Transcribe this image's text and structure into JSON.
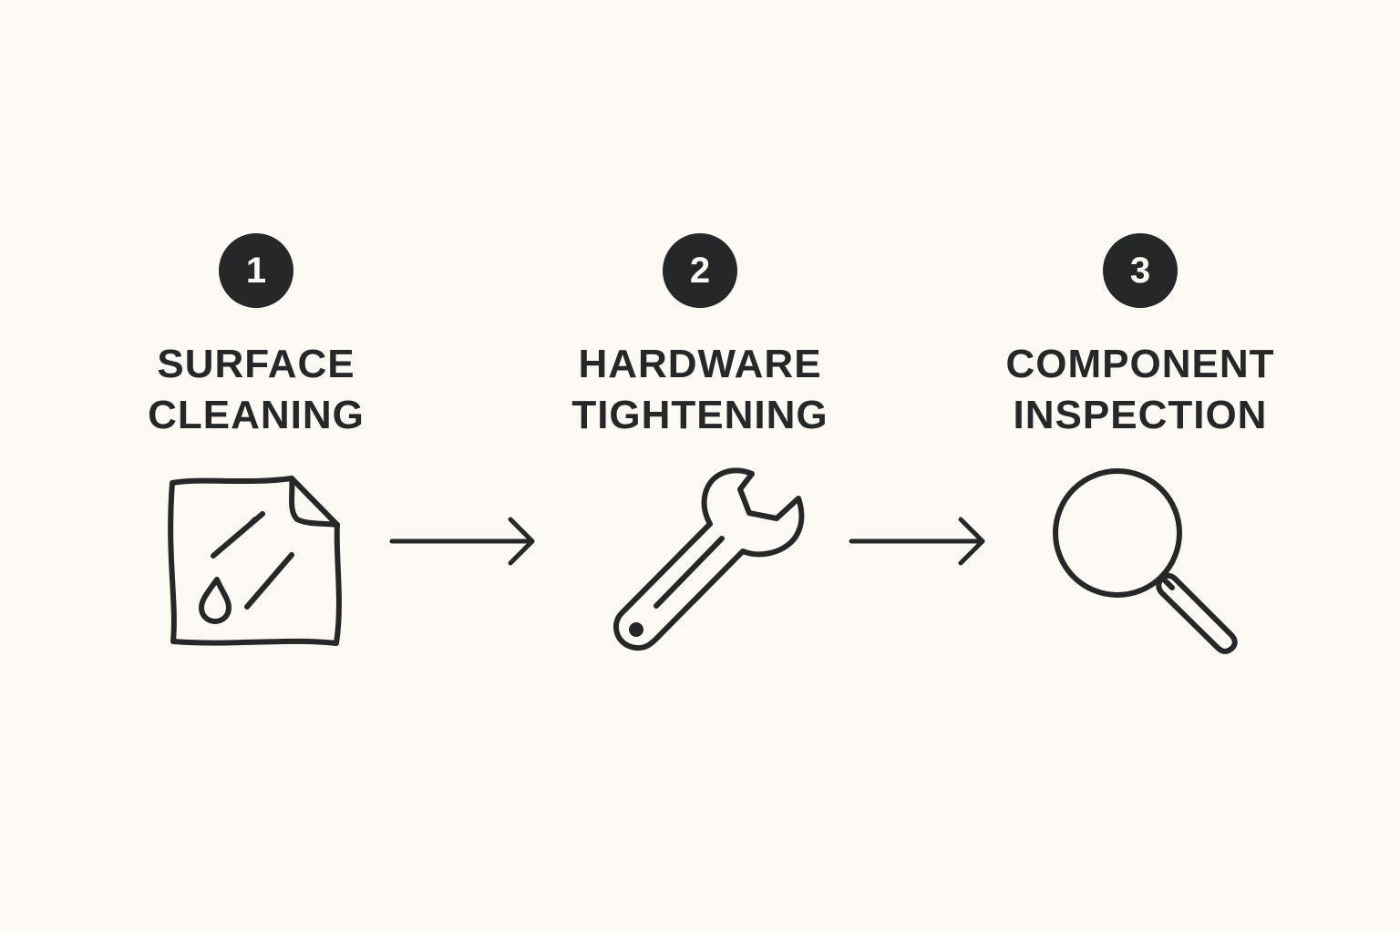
{
  "steps": [
    {
      "number": "1",
      "title_line1": "SURFACE",
      "title_line2": "CLEANING",
      "icon": "cloth-icon"
    },
    {
      "number": "2",
      "title_line1": "HARDWARE",
      "title_line2": "TIGHTENING",
      "icon": "wrench-icon"
    },
    {
      "number": "3",
      "title_line1": "COMPONENT",
      "title_line2": "INSPECTION",
      "icon": "magnifying-glass-icon"
    }
  ],
  "connectors": [
    "arrow-right-icon",
    "arrow-right-icon"
  ],
  "colors": {
    "background": "#fcf9f4",
    "ink": "#262728",
    "badge_text": "#fcf9f4"
  }
}
